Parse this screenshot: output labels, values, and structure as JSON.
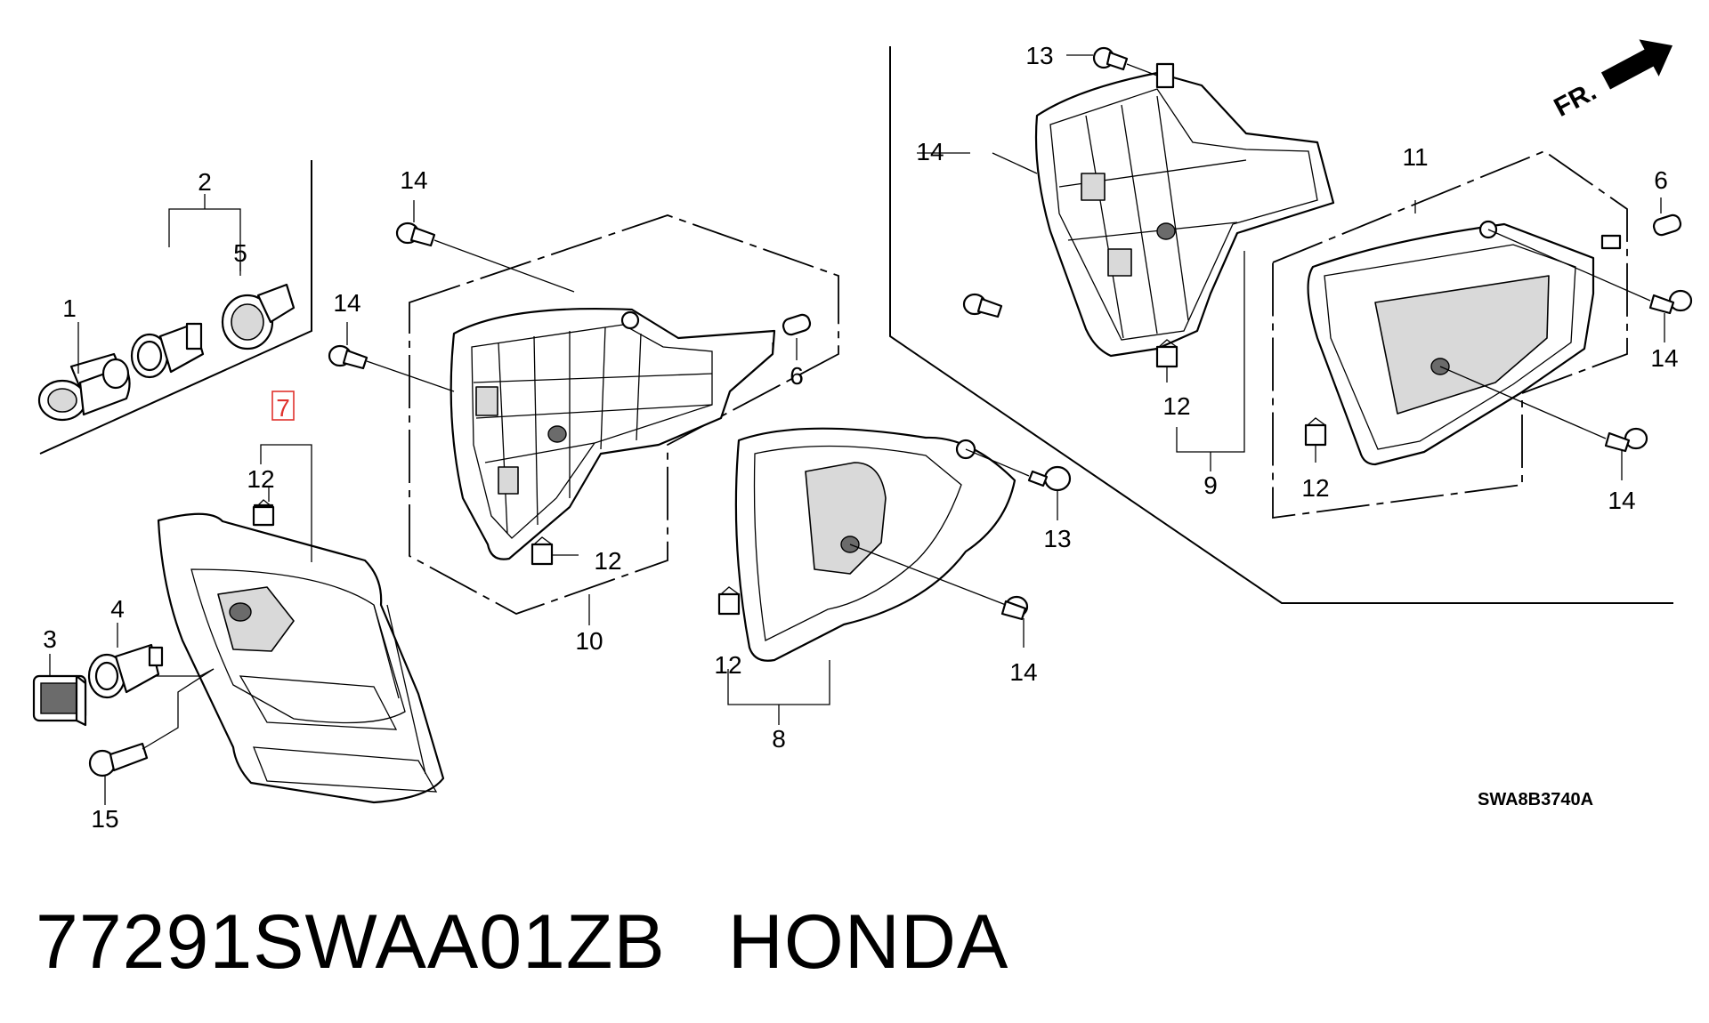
{
  "diagram": {
    "drawing_code": "SWA8B3740A",
    "direction_label": "FR.",
    "highlighted_callout": "7",
    "callouts": {
      "c1": "1",
      "c2": "2",
      "c3": "3",
      "c4": "4",
      "c5": "5",
      "c6a": "6",
      "c6b": "6",
      "c7": "7",
      "c8": "8",
      "c9": "9",
      "c10": "10",
      "c11": "11",
      "c12a": "12",
      "c12b": "12",
      "c12c": "12",
      "c12d": "12",
      "c12e": "12",
      "c13a": "13",
      "c13b": "13",
      "c14a": "14",
      "c14b": "14",
      "c14c": "14",
      "c14d": "14",
      "c14e": "14",
      "c14f": "14",
      "c15": "15"
    },
    "highlight_color": "#e0322d"
  },
  "footer": {
    "part_number": "77291SWAA01ZB",
    "brand": "HONDA"
  }
}
